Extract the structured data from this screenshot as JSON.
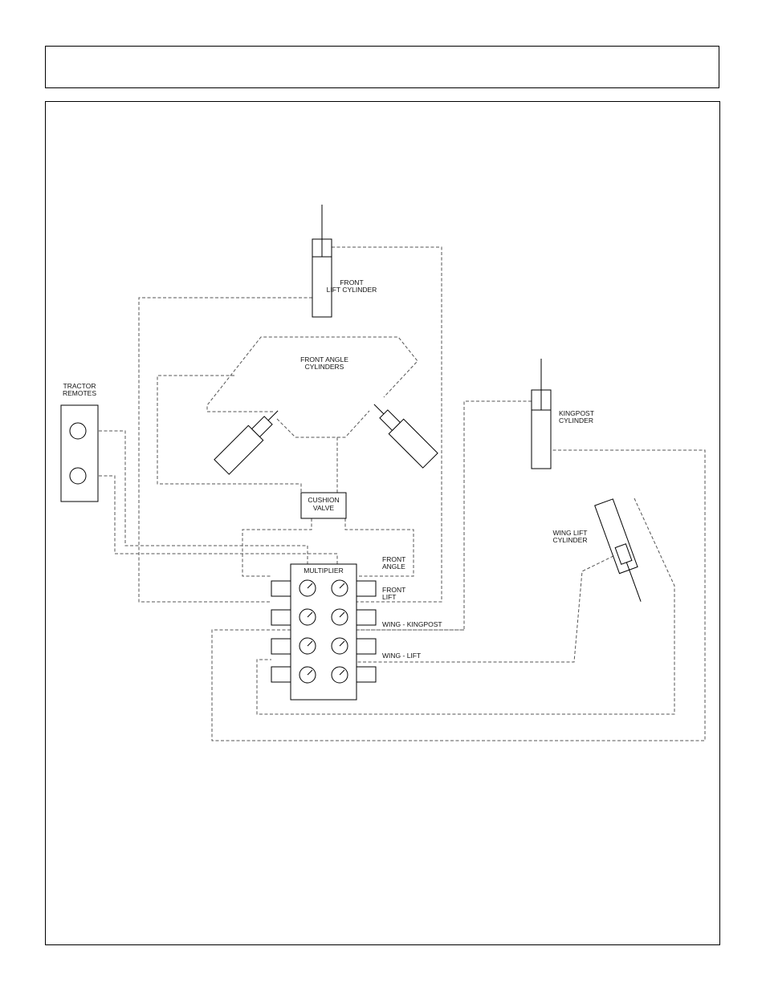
{
  "labels": {
    "front_lift_cylinder": [
      "FRONT",
      "LIFT CYLINDER"
    ],
    "front_angle_cylinders": [
      "FRONT ANGLE",
      "CYLINDERS"
    ],
    "tractor_remotes": [
      "TRACTOR",
      "REMOTES"
    ],
    "kingpost_cylinder": [
      "KINGPOST",
      "CYLINDER"
    ],
    "cushion_valve": [
      "CUSHION",
      "VALVE"
    ],
    "wing_lift_cylinder": [
      "WING LIFT",
      "CYLINDER"
    ],
    "multiplier": "MULTIPLIER",
    "front_angle": [
      "FRONT",
      "ANGLE"
    ],
    "front_lift": [
      "FRONT",
      "LIFT"
    ],
    "wing_kingpost": "WING - KINGPOST",
    "wing_lift": "WING - LIFT"
  }
}
